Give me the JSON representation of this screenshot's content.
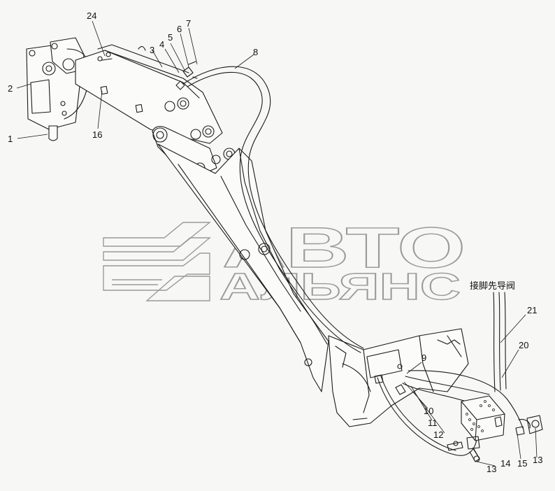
{
  "watermark": {
    "line1": "АВТО",
    "line2": "АЛЬЯНС",
    "color": "#9a9a9a"
  },
  "callouts": {
    "c1": "1",
    "c2": "2",
    "c3": "3",
    "c4": "4",
    "c5": "5",
    "c6": "6",
    "c7": "7",
    "c8": "8",
    "c9": "9",
    "c10": "10",
    "c11": "11",
    "c12": "12",
    "c13a": "13",
    "c13b": "13",
    "c14": "14",
    "c15": "15",
    "c16": "16",
    "c20": "20",
    "c21": "21",
    "c24": "24"
  },
  "annotation": "接脚先导阀"
}
